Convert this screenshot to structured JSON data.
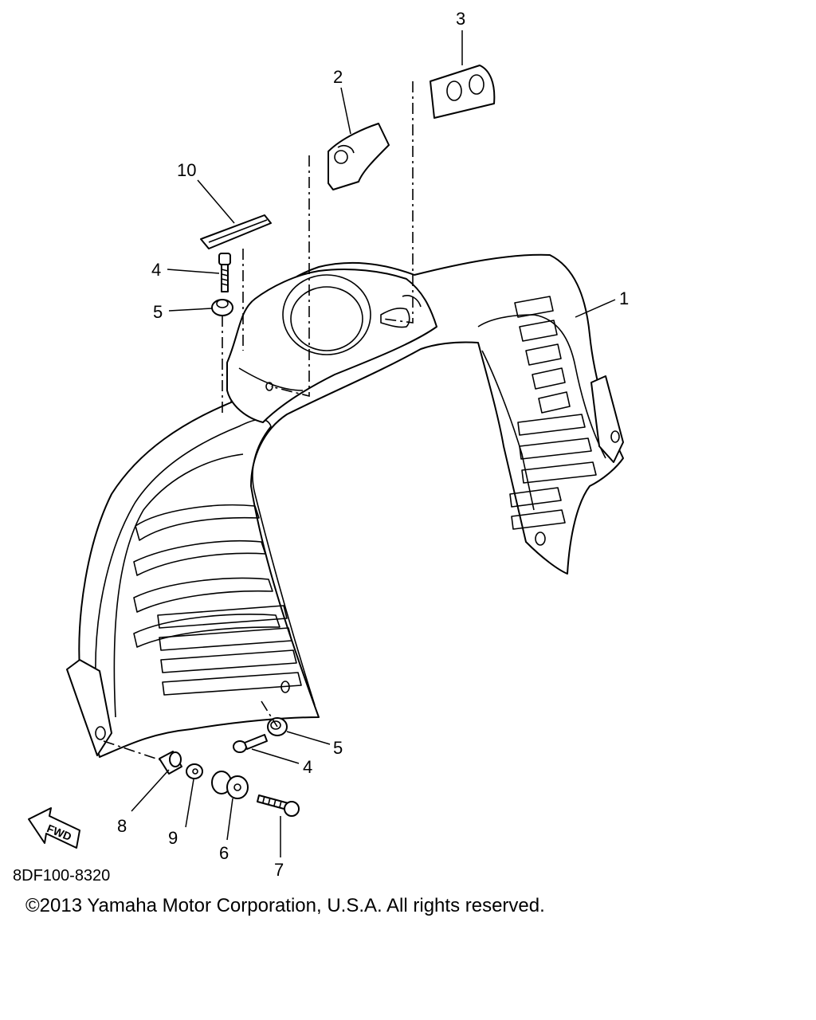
{
  "callouts": {
    "c1": "1",
    "c2": "2",
    "c3": "3",
    "c4a": "4",
    "c5a": "5",
    "c10": "10",
    "c5b": "5",
    "c4b": "4",
    "c8": "8",
    "c9": "9",
    "c6": "6",
    "c7": "7"
  },
  "fwd_label": "FWD",
  "diagram_code": "8DF100-8320",
  "copyright": "©2013 Yamaha Motor Corporation, U.S.A. All rights reserved."
}
